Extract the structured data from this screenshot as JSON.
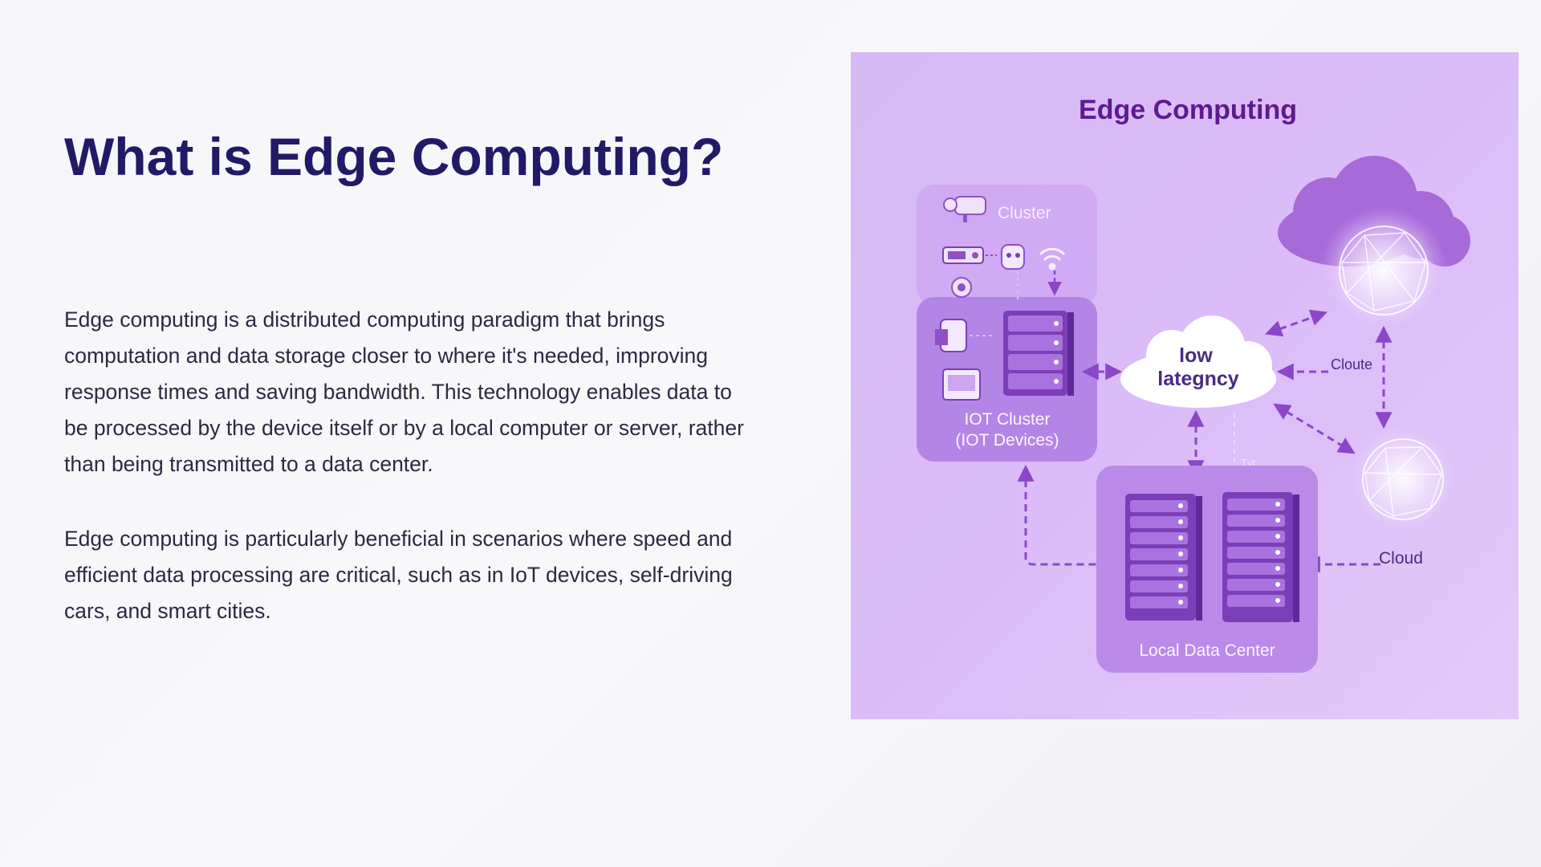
{
  "slide": {
    "title": "What is Edge Computing?",
    "paragraphs": [
      "Edge computing is a distributed computing paradigm that brings computation and data storage closer to where it's needed, improving response times and saving bandwidth. This technology enables data to be processed by the device itself or by a local computer or server, rather than being transmitted to a data center.",
      "Edge computing is particularly beneficial in scenarios where speed and efficient data processing are critical, such as in IoT devices, self-driving cars, and smart cities."
    ]
  },
  "diagram": {
    "title": "Edge Computing",
    "labels": {
      "cluster": "Cluster",
      "iot_cluster_line1": "IOT Cluster",
      "iot_cluster_line2": "(IOT Devices)",
      "low_latency_line1": "low",
      "low_latency_line2": "lategncy",
      "cloute": "Cloute",
      "cloud": "Cloud",
      "local_data_center": "Local Data Center",
      "faint_mark": "Tvt"
    },
    "colors": {
      "background": "#d9b8f6",
      "title": "#5e1a8e",
      "panel": "#b98ae8",
      "arrow": "#8a48c8",
      "server": "#8d52c6"
    }
  }
}
